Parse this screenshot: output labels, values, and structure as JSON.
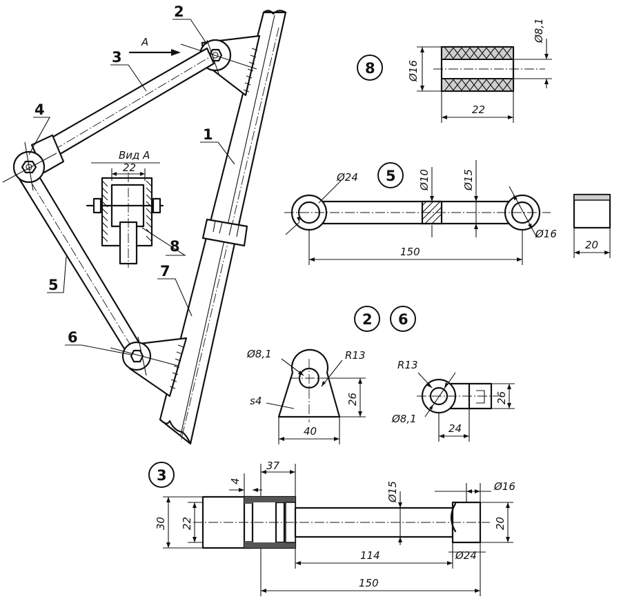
{
  "assembly": {
    "part_labels": {
      "p1": "1",
      "p2": "2",
      "p3": "3",
      "p4": "4",
      "p5": "5",
      "p6": "6",
      "p7": "7",
      "p8": "8"
    },
    "view_arrow": "A",
    "view_title": "Вид А",
    "view_dim": "22"
  },
  "detail_8": {
    "number": "8",
    "dims": {
      "diameter_outer": "Ø16",
      "diameter_inner": "Ø8,1",
      "length": "22"
    }
  },
  "detail_5": {
    "number": "5",
    "dims": {
      "eye_left": "Ø24",
      "neck": "Ø10",
      "rod": "Ø15",
      "eye_right": "Ø16",
      "length": "150",
      "sleeve_length": "20"
    }
  },
  "detail_2_6": {
    "numbers": [
      "2",
      "6"
    ],
    "lug": {
      "hole": "Ø8,1",
      "radius": "R13",
      "thickness": "s4",
      "height": "26",
      "width": "40"
    },
    "side": {
      "radius": "R13",
      "hole": "Ø8,1",
      "height": "26",
      "width": "24"
    }
  },
  "detail_3": {
    "number": "3",
    "dims": {
      "cap_length": "37",
      "wall": "4",
      "outer_height": "30",
      "inner_height": "22",
      "rod": "Ø15",
      "rod_length": "114",
      "total_length": "150",
      "eye_hole": "Ø16",
      "eye_height": "20",
      "eye_outer": "Ø24"
    }
  }
}
